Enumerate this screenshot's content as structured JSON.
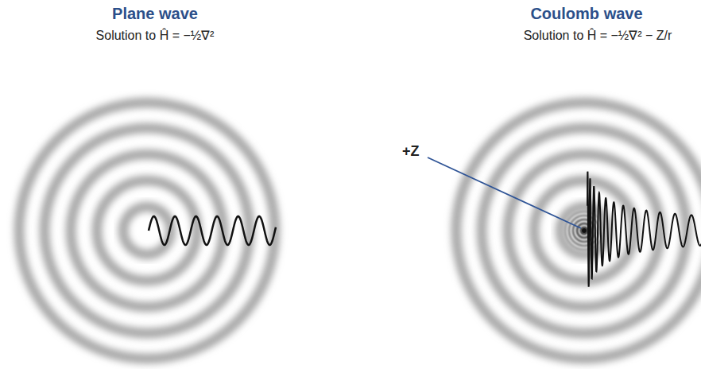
{
  "diagram": {
    "labels": [
      "Plane wave",
      "Solution to Ĥ = −½∇²",
      "Coulomb wave",
      "Solution to Ĥ = −½∇² − Z/r",
      "+Z"
    ]
  }
}
